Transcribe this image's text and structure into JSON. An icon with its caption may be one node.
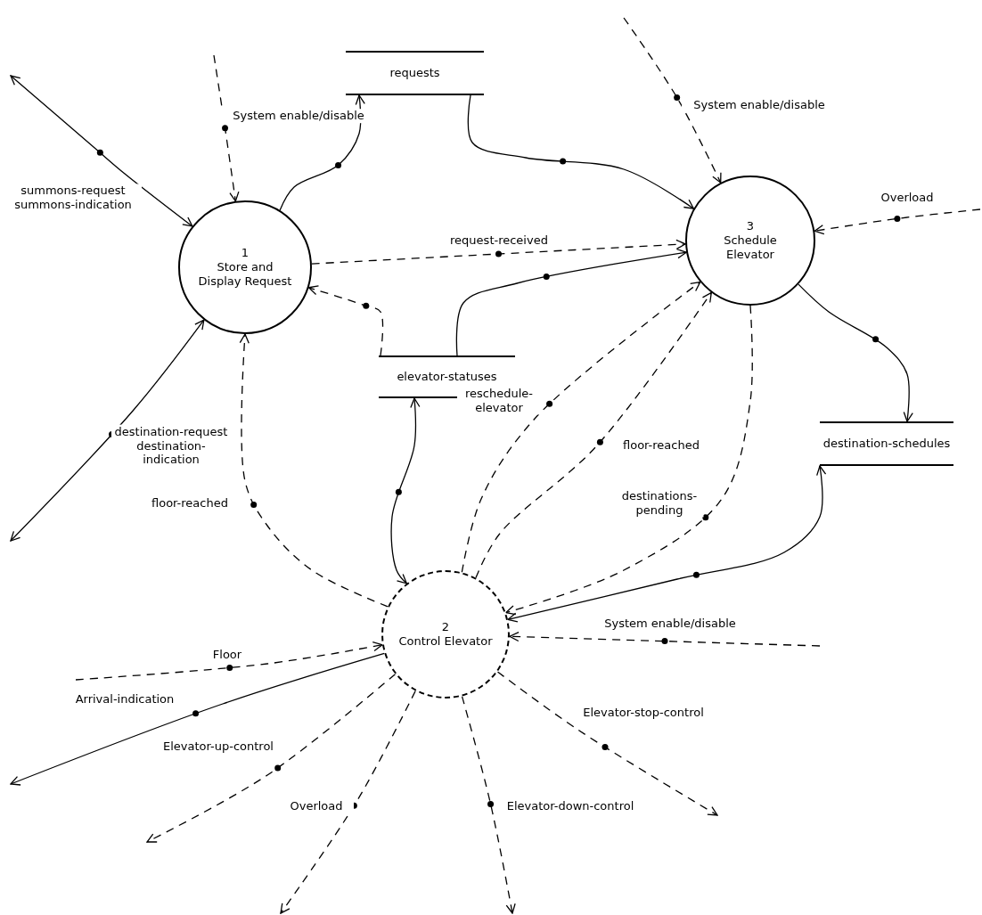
{
  "diagram": {
    "nodes": [
      {
        "text": [
          "1",
          "Store and Display Request"
        ]
      },
      {
        "text": [
          "requests"
        ]
      },
      {
        "text": [
          "3",
          "Schedule Elevator"
        ]
      },
      {
        "text": [
          "elevator-statuses"
        ]
      },
      {
        "text": [
          "destination-schedules"
        ]
      },
      {
        "text": [
          "2",
          "Control Elevator"
        ]
      }
    ],
    "edges": [
      {
        "from": null,
        "to": 0,
        "arrow": "to",
        "label": "System enable/disable",
        "style": "dashed"
      },
      {
        "from": null,
        "to": 0,
        "arrow": "both",
        "label": "summons-request summons-indication"
      },
      {
        "from": 0,
        "to": null,
        "arrow": "both",
        "label": "destination-request destination-indication"
      },
      {
        "from": 0,
        "to": 1,
        "arrow": "to"
      },
      {
        "from": 1,
        "to": 2,
        "arrow": "to"
      },
      {
        "from": 0,
        "to": 2,
        "arrow": "to",
        "label": "request-received",
        "style": "dashed"
      },
      {
        "from": 3,
        "to": 2,
        "arrow": "to"
      },
      {
        "from": 3,
        "to": 0,
        "arrow": "to",
        "style": "dashed"
      },
      {
        "from": null,
        "to": 2,
        "arrow": "to",
        "label": "System enable/disable",
        "style": "dashed"
      },
      {
        "from": null,
        "to": 2,
        "arrow": "to",
        "label": "Overload",
        "style": "dashed"
      },
      {
        "from": 2,
        "to": 4,
        "arrow": "to"
      },
      {
        "from": 5,
        "to": 0,
        "arrow": "to",
        "label": "floor-reached",
        "style": "dashed"
      },
      {
        "from": 5,
        "to": 3,
        "arrow": "both"
      },
      {
        "from": 5,
        "to": 2,
        "arrow": "to",
        "label": "reschedule-elevator",
        "style": "dashed"
      },
      {
        "from": 5,
        "to": 2,
        "arrow": "to",
        "label": "floor-reached",
        "style": "dashed"
      },
      {
        "from": 2,
        "to": 5,
        "arrow": "to",
        "label": "destinations-pending",
        "style": "dashed"
      },
      {
        "from": 4,
        "to": 5,
        "arrow": "both"
      },
      {
        "from": null,
        "to": 5,
        "arrow": "to",
        "label": "System enable/disable",
        "style": "dashed"
      },
      {
        "from": null,
        "to": 5,
        "arrow": "to",
        "label": "Floor",
        "style": "dashed"
      },
      {
        "from": 5,
        "to": null,
        "arrow": "to",
        "label": "Arrival-indication"
      },
      {
        "from": 5,
        "to": null,
        "arrow": "to",
        "label": "Elevator-up-control",
        "style": "dashed"
      },
      {
        "from": 5,
        "to": null,
        "arrow": "to",
        "label": "Overload",
        "style": "dashed"
      },
      {
        "from": 5,
        "to": null,
        "arrow": "to",
        "label": "Elevator-down-control",
        "style": "dashed"
      },
      {
        "from": 5,
        "to": null,
        "arrow": "to",
        "label": "Elevator-stop-control",
        "style": "dashed"
      }
    ]
  }
}
